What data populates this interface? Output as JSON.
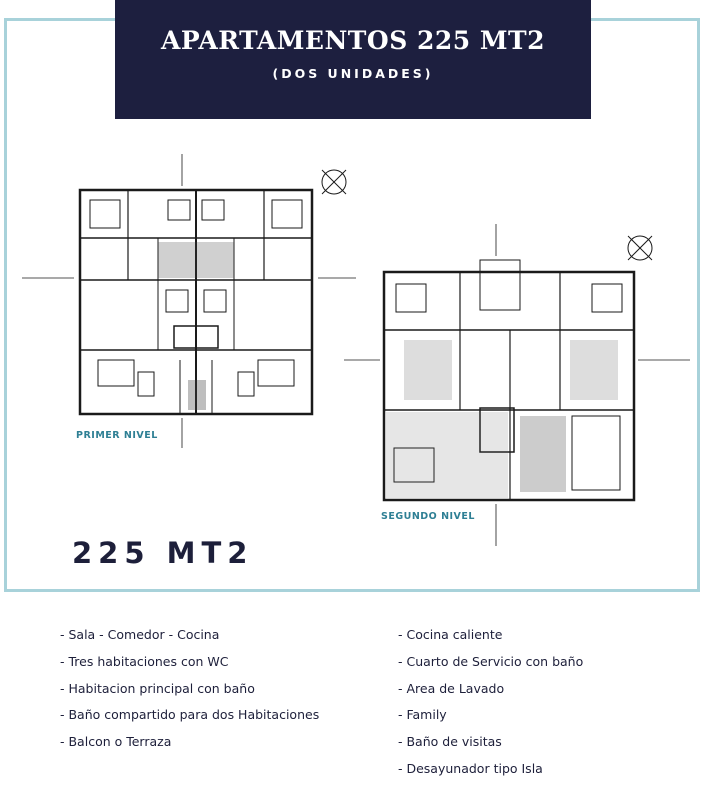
{
  "header": {
    "title": "APARTAMENTOS 225 MT2",
    "subtitle": "(DOS UNIDADES)"
  },
  "plans": {
    "first_floor_label": "PRIMER NIVEL",
    "second_floor_label": "SEGUNDO NIVEL"
  },
  "area": "225 MT2",
  "features": {
    "left": [
      "- Sala - Comedor - Cocina",
      "- Tres habitaciones con WC",
      "- Habitacion principal con baño",
      "- Baño compartido para dos Habitaciones",
      "- Balcon o Terraza"
    ],
    "right": [
      "- Cocina caliente",
      "- Cuarto de Servicio con baño",
      "- Area de Lavado",
      "- Family",
      "- Baño de visitas",
      "- Desayunador tipo Isla"
    ]
  },
  "colors": {
    "navy": "#1d1f3f",
    "frame": "#a8d2da",
    "label_teal": "#2e7f94"
  }
}
